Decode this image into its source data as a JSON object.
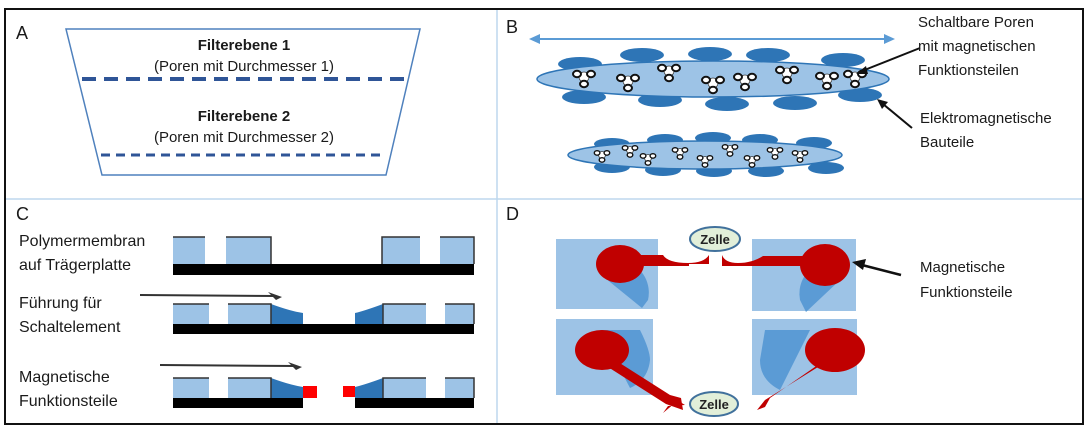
{
  "figure": {
    "panels": {
      "A": {
        "letter": "A",
        "layer1_title": "Filterebene 1",
        "layer1_sub": "(Poren mit Durchmesser 1)",
        "layer2_title": "Filterebene 2",
        "layer2_sub": "(Poren mit Durchmesser 2)"
      },
      "B": {
        "letter": "B",
        "callout1_line1": "Schaltbare Poren",
        "callout1_line2": "mit magnetischen",
        "callout1_line3": "Funktionsteilen",
        "callout2_line1": "Elektromagnetische",
        "callout2_line2": "Bauteile"
      },
      "C": {
        "letter": "C",
        "row1_line1": "Polymermembran",
        "row1_line2": "auf Trägerplatte",
        "row2_line1": "Führung für",
        "row2_line2": "Schaltelement",
        "row3_line1": "Magnetische",
        "row3_line2": "Funktionsteile"
      },
      "D": {
        "letter": "D",
        "cell_top": "Zelle",
        "cell_bottom": "Zelle",
        "callout_line1": "Magnetische",
        "callout_line2": "Funktionsteile"
      }
    },
    "colors": {
      "light_blue": "#9dc3e6",
      "mid_blue": "#5b9bd5",
      "dark_blue": "#2e75b6",
      "navy_dash": "#2f5597",
      "red": "#c00000",
      "bright_red": "#ff0000",
      "cell_fill": "#e2efd9",
      "divider": "#bdd7ee"
    }
  }
}
